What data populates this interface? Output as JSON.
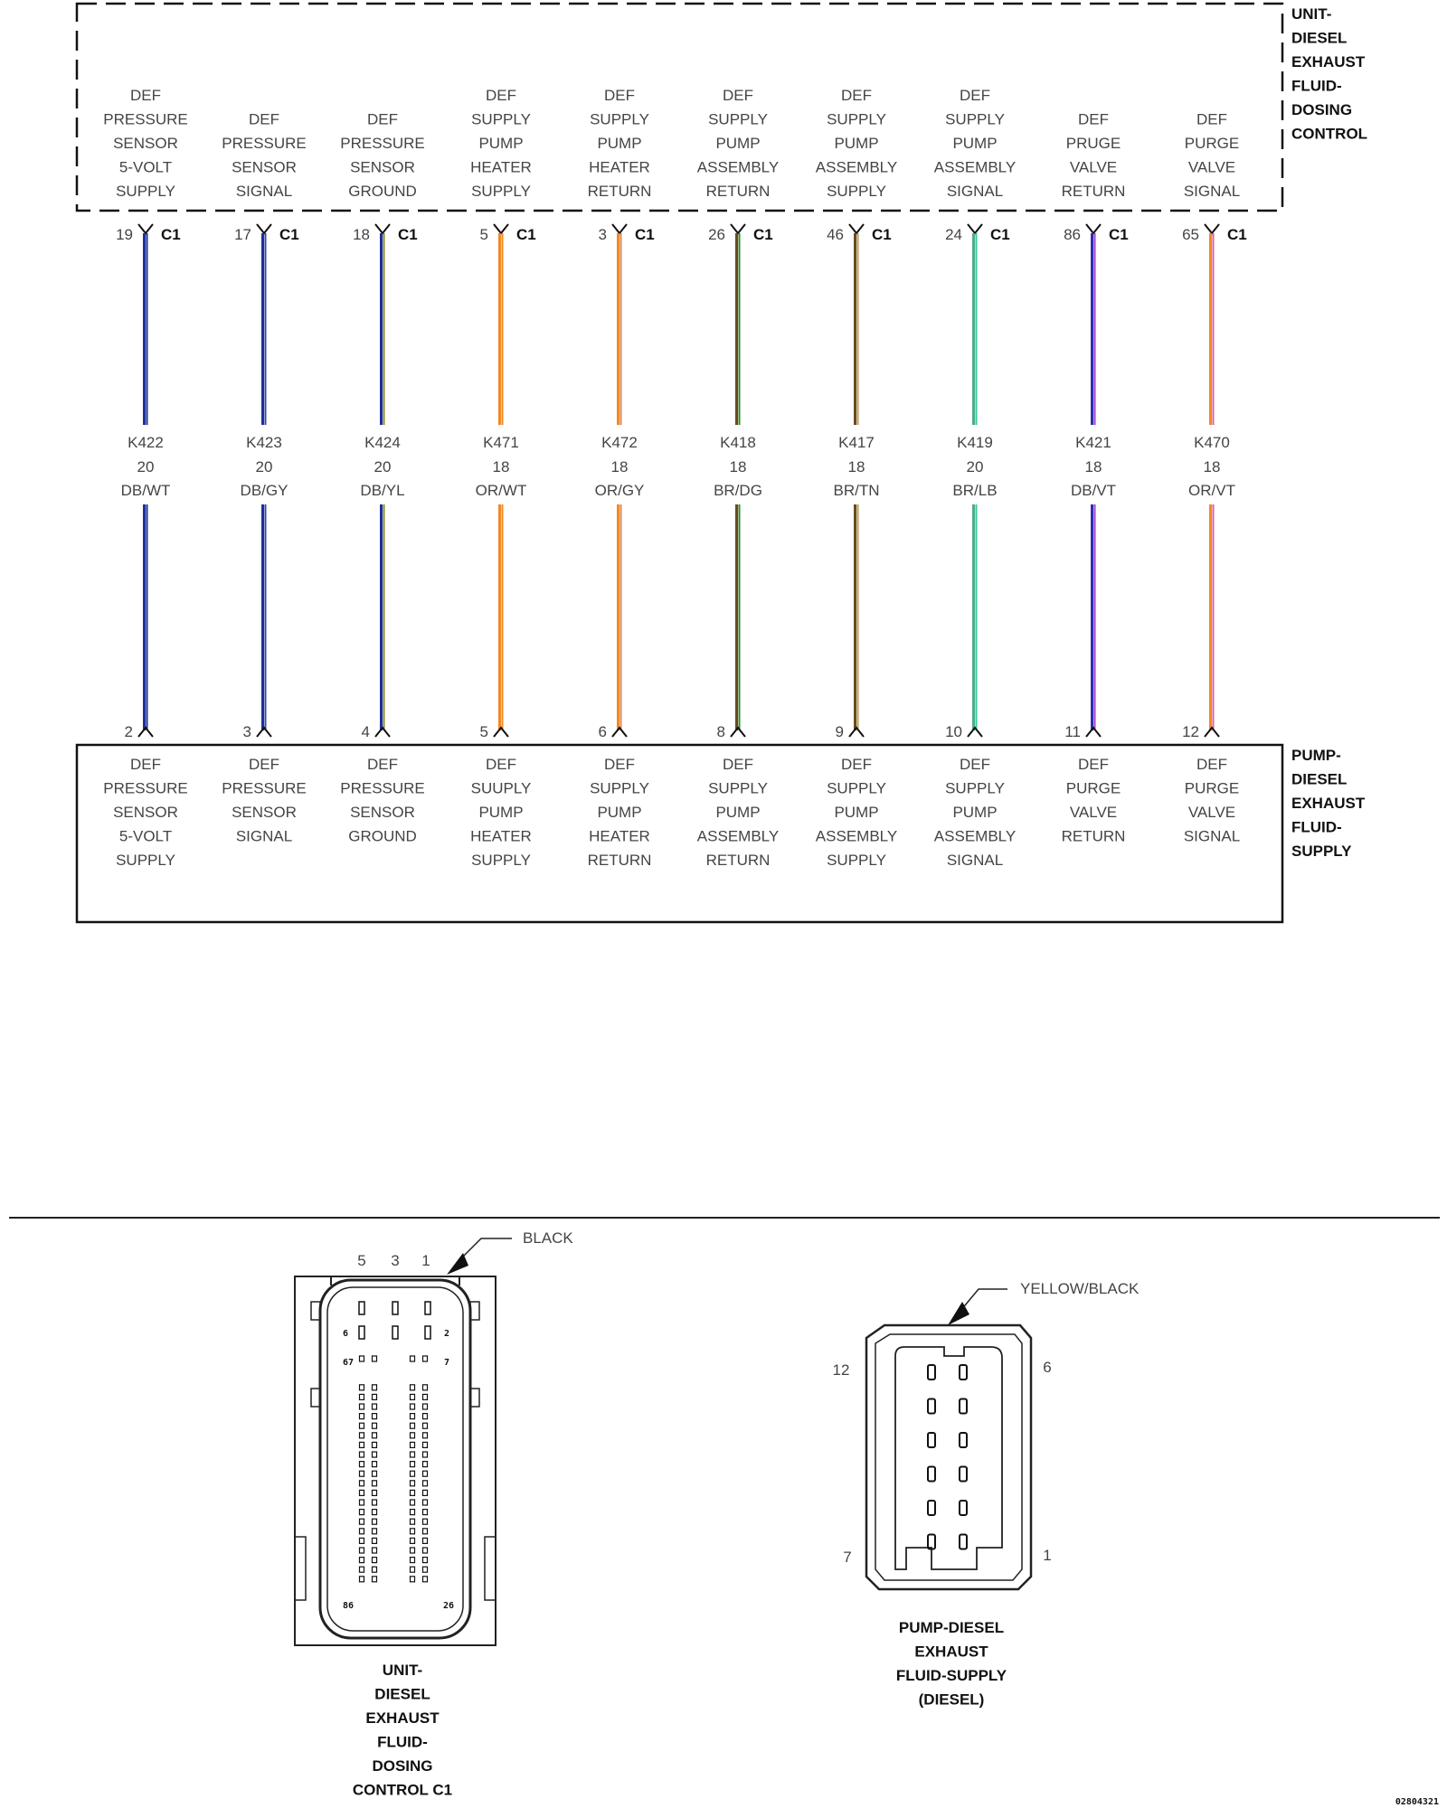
{
  "top_component": {
    "name_lines": [
      "UNIT-",
      "DIESEL",
      "EXHAUST",
      "FLUID-",
      "DOSING",
      "CONTROL"
    ],
    "connector": "C1"
  },
  "bottom_component": {
    "name_lines": [
      "PUMP-",
      "DIESEL",
      "EXHAUST",
      "FLUID-",
      "SUPPLY"
    ]
  },
  "circuits": [
    {
      "top_label": [
        "DEF",
        "PRESSURE",
        "SENSOR",
        "5-VOLT",
        "SUPPLY"
      ],
      "top_pin": "19",
      "circuit": "K422",
      "gauge": "20",
      "color_code": "DB/WT",
      "bottom_pin": "2",
      "bottom_label": [
        "DEF",
        "PRESSURE",
        "SENSOR",
        "5-VOLT",
        "SUPPLY"
      ],
      "wire_colors": [
        "#1e2f9c",
        "#1e2f9c"
      ]
    },
    {
      "top_label": [
        "DEF",
        "PRESSURE",
        "SENSOR",
        "SIGNAL"
      ],
      "top_pin": "17",
      "circuit": "K423",
      "gauge": "20",
      "color_code": "DB/GY",
      "bottom_pin": "3",
      "bottom_label": [
        "DEF",
        "PRESSURE",
        "SENSOR",
        "SIGNAL"
      ],
      "wire_colors": [
        "#1e2f9c",
        "#3a4a9c"
      ]
    },
    {
      "top_label": [
        "DEF",
        "PRESSURE",
        "SENSOR",
        "GROUND"
      ],
      "top_pin": "18",
      "circuit": "K424",
      "gauge": "20",
      "color_code": "DB/YL",
      "bottom_pin": "4",
      "bottom_label": [
        "DEF",
        "PRESSURE",
        "SENSOR",
        "GROUND"
      ],
      "wire_colors": [
        "#1e2f9c",
        "#8a8a20"
      ]
    },
    {
      "top_label": [
        "DEF",
        "SUPPLY",
        "PUMP",
        "HEATER",
        "SUPPLY"
      ],
      "top_pin": "5",
      "circuit": "K471",
      "gauge": "18",
      "color_code": "OR/WT",
      "bottom_pin": "5",
      "bottom_label": [
        "DEF",
        "SUUPLY",
        "PUMP",
        "HEATER",
        "SUPPLY"
      ],
      "wire_colors": [
        "#f08a24",
        "#f08a24"
      ]
    },
    {
      "top_label": [
        "DEF",
        "SUPPLY",
        "PUMP",
        "HEATER",
        "RETURN"
      ],
      "top_pin": "3",
      "circuit": "K472",
      "gauge": "18",
      "color_code": "OR/GY",
      "bottom_pin": "6",
      "bottom_label": [
        "DEF",
        "SUPPLY",
        "PUMP",
        "HEATER",
        "RETURN"
      ],
      "wire_colors": [
        "#f08a24",
        "#e08850"
      ]
    },
    {
      "top_label": [
        "DEF",
        "SUPPLY",
        "PUMP",
        "ASSEMBLY",
        "RETURN"
      ],
      "top_pin": "26",
      "circuit": "K418",
      "gauge": "18",
      "color_code": "BR/DG",
      "bottom_pin": "8",
      "bottom_label": [
        "DEF",
        "SUPPLY",
        "PUMP",
        "ASSEMBLY",
        "RETURN"
      ],
      "wire_colors": [
        "#6b4a1e",
        "#2e8a2e"
      ]
    },
    {
      "top_label": [
        "DEF",
        "SUPPLY",
        "PUMP",
        "ASSEMBLY",
        "SUPPLY"
      ],
      "top_pin": "46",
      "circuit": "K417",
      "gauge": "18",
      "color_code": "BR/TN",
      "bottom_pin": "9",
      "bottom_label": [
        "DEF",
        "SUPPLY",
        "PUMP",
        "ASSEMBLY",
        "SUPPLY"
      ],
      "wire_colors": [
        "#6b4a1e",
        "#b89a5a"
      ]
    },
    {
      "top_label": [
        "DEF",
        "SUPPLY",
        "PUMP",
        "ASSEMBLY",
        "SIGNAL"
      ],
      "top_pin": "24",
      "circuit": "K419",
      "gauge": "20",
      "color_code": "BR/LB",
      "bottom_pin": "10",
      "bottom_label": [
        "DEF",
        "SUPPLY",
        "PUMP",
        "ASSEMBLY",
        "SIGNAL"
      ],
      "wire_colors": [
        "#4cae8a",
        "#3cc7a0"
      ]
    },
    {
      "top_label": [
        "DEF",
        "PRUGE",
        "VALVE",
        "RETURN"
      ],
      "top_pin": "86",
      "circuit": "K421",
      "gauge": "18",
      "color_code": "DB/VT",
      "bottom_pin": "11",
      "bottom_label": [
        "DEF",
        "PURGE",
        "VALVE",
        "RETURN"
      ],
      "wire_colors": [
        "#2a2fb0",
        "#9a3fd0"
      ]
    },
    {
      "top_label": [
        "DEF",
        "PURGE",
        "VALVE",
        "SIGNAL"
      ],
      "top_pin": "65",
      "circuit": "K470",
      "gauge": "18",
      "color_code": "OR/VT",
      "bottom_pin": "12",
      "bottom_label": [
        "DEF",
        "PURGE",
        "VALVE",
        "SIGNAL"
      ],
      "wire_colors": [
        "#f08a24",
        "#e0609a"
      ]
    }
  ],
  "connector_views": {
    "left": {
      "color_callout": "BLACK",
      "top_pins": [
        "5",
        "3",
        "1"
      ],
      "row2_pins": [
        "6",
        "2"
      ],
      "row3_pins": [
        "67",
        "7"
      ],
      "bottom_pins": [
        "86",
        "26"
      ],
      "caption": [
        "UNIT-",
        "DIESEL",
        "EXHAUST",
        "FLUID-",
        "DOSING",
        "CONTROL C1"
      ]
    },
    "right": {
      "color_callout": "YELLOW/BLACK",
      "pin_labels": {
        "top_left": "12",
        "top_right": "6",
        "bottom_left": "7",
        "bottom_right": "1"
      },
      "caption": [
        "PUMP-DIESEL",
        "EXHAUST",
        "FLUID-SUPPLY",
        "(DIESEL)"
      ]
    }
  },
  "figure_id": "02804321"
}
